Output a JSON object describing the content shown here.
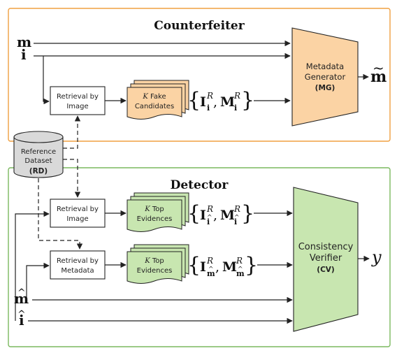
{
  "sections": {
    "counterfeiter_title": "Counterfeiter",
    "detector_title": "Detector"
  },
  "colors": {
    "counterfeiter_border": "#f0a040",
    "detector_border": "#7ab85e",
    "mg_fill": "#fbd3a4",
    "cv_fill": "#c8e6b0",
    "fake_doc_fill": "#fbd3a4",
    "evidence_doc_fill": "#c8e6b0",
    "database_fill": "#d9d9d9"
  },
  "inputs": {
    "m": "m",
    "i": "i",
    "m_hat": "m",
    "i_hat": "i",
    "hat_mark": "^",
    "tilde_mark": "~"
  },
  "reference_dataset": {
    "line1": "Reference",
    "line2": "Dataset",
    "abbr": "(RD)"
  },
  "counterfeiter": {
    "retrieval_line1": "Retrieval by",
    "retrieval_line2": "Image",
    "candidates_k": "K",
    "candidates_line1": "Fake",
    "candidates_line2": "Candidates",
    "set_I": "I",
    "set_M": "M",
    "set_sup": "R",
    "set_sub": "i",
    "set_comma": ",",
    "mg_line1": "Metadata",
    "mg_line2": "Generator",
    "mg_abbr": "(MG)",
    "output": "m"
  },
  "detector": {
    "retrieval_image_line1": "Retrieval by",
    "retrieval_image_line2": "Image",
    "retrieval_meta_line1": "Retrieval by",
    "retrieval_meta_line2": "Metadata",
    "evidences_k": "K",
    "evidences_line1": "Top",
    "evidences_line2": "Evidences",
    "set_I": "I",
    "set_M": "M",
    "set_sup": "R",
    "set1_sub": "i",
    "set2_sub": "m",
    "set_comma": ",",
    "cv_line1": "Consistency",
    "cv_line2": "Verifier",
    "cv_abbr": "(CV)",
    "output": "y"
  }
}
